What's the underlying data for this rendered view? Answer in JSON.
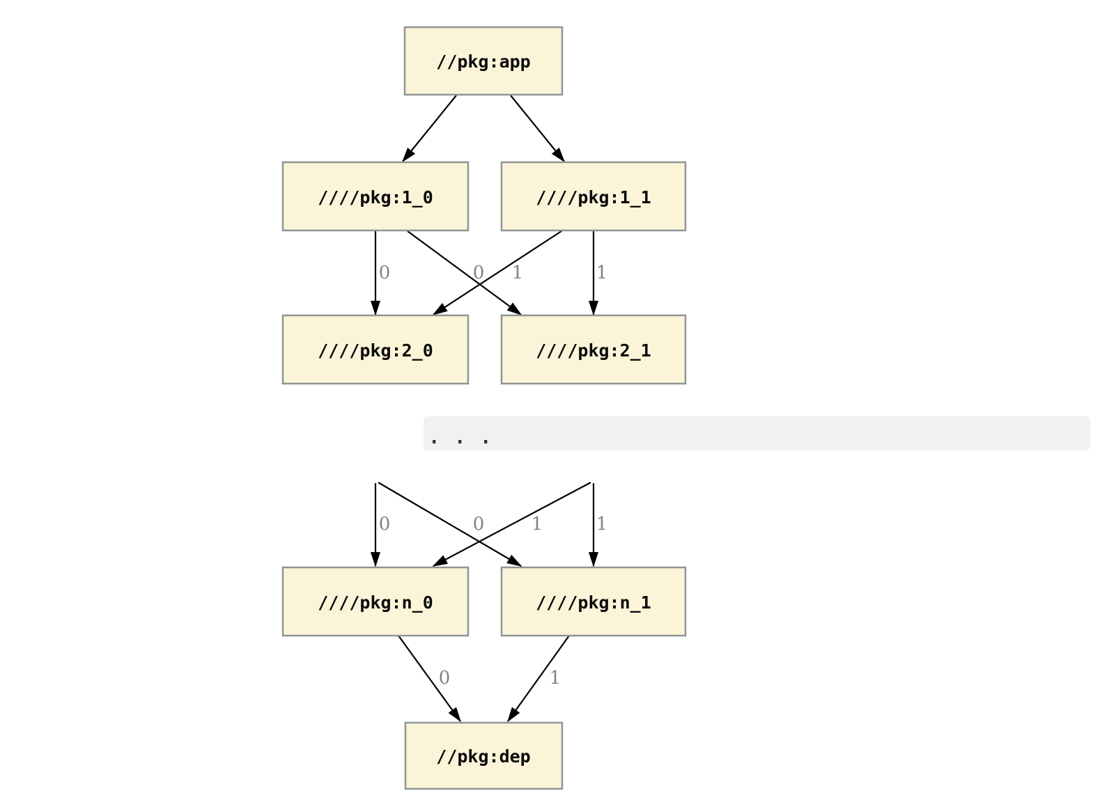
{
  "diagram": {
    "kind": "build-dependency-graph",
    "nodes": [
      {
        "id": "app",
        "label": "//pkg:app"
      },
      {
        "id": "1_0",
        "label": "////pkg:1_0"
      },
      {
        "id": "1_1",
        "label": "////pkg:1_1"
      },
      {
        "id": "2_0",
        "label": "////pkg:2_0"
      },
      {
        "id": "2_1",
        "label": "////pkg:2_1"
      },
      {
        "id": "n_0",
        "label": "////pkg:n_0"
      },
      {
        "id": "n_1",
        "label": "////pkg:n_1"
      },
      {
        "id": "dep",
        "label": "//pkg:dep"
      }
    ],
    "edges": [
      {
        "from": "app",
        "to": "1_0",
        "label": ""
      },
      {
        "from": "app",
        "to": "1_1",
        "label": ""
      },
      {
        "from": "1_0",
        "to": "2_0",
        "label": "0"
      },
      {
        "from": "1_1",
        "to": "2_0",
        "label": "0"
      },
      {
        "from": "1_0",
        "to": "2_1",
        "label": "1"
      },
      {
        "from": "1_1",
        "to": "2_1",
        "label": "1"
      },
      {
        "from": "…",
        "to": "n_0",
        "label": "0"
      },
      {
        "from": "…",
        "to": "n_0",
        "label": "0"
      },
      {
        "from": "…",
        "to": "n_1",
        "label": "1"
      },
      {
        "from": "…",
        "to": "n_1",
        "label": "1"
      },
      {
        "from": "n_0",
        "to": "dep",
        "label": "0"
      },
      {
        "from": "n_1",
        "to": "dep",
        "label": "1"
      }
    ],
    "ellipsis": "...",
    "colors": {
      "background": "#ffffff",
      "node_fill": "#fbf4d9",
      "node_border": "#8f9595",
      "edge": "#000000",
      "edge_label": "#828282",
      "ellipsis_bar": "#f1f1f1"
    }
  }
}
